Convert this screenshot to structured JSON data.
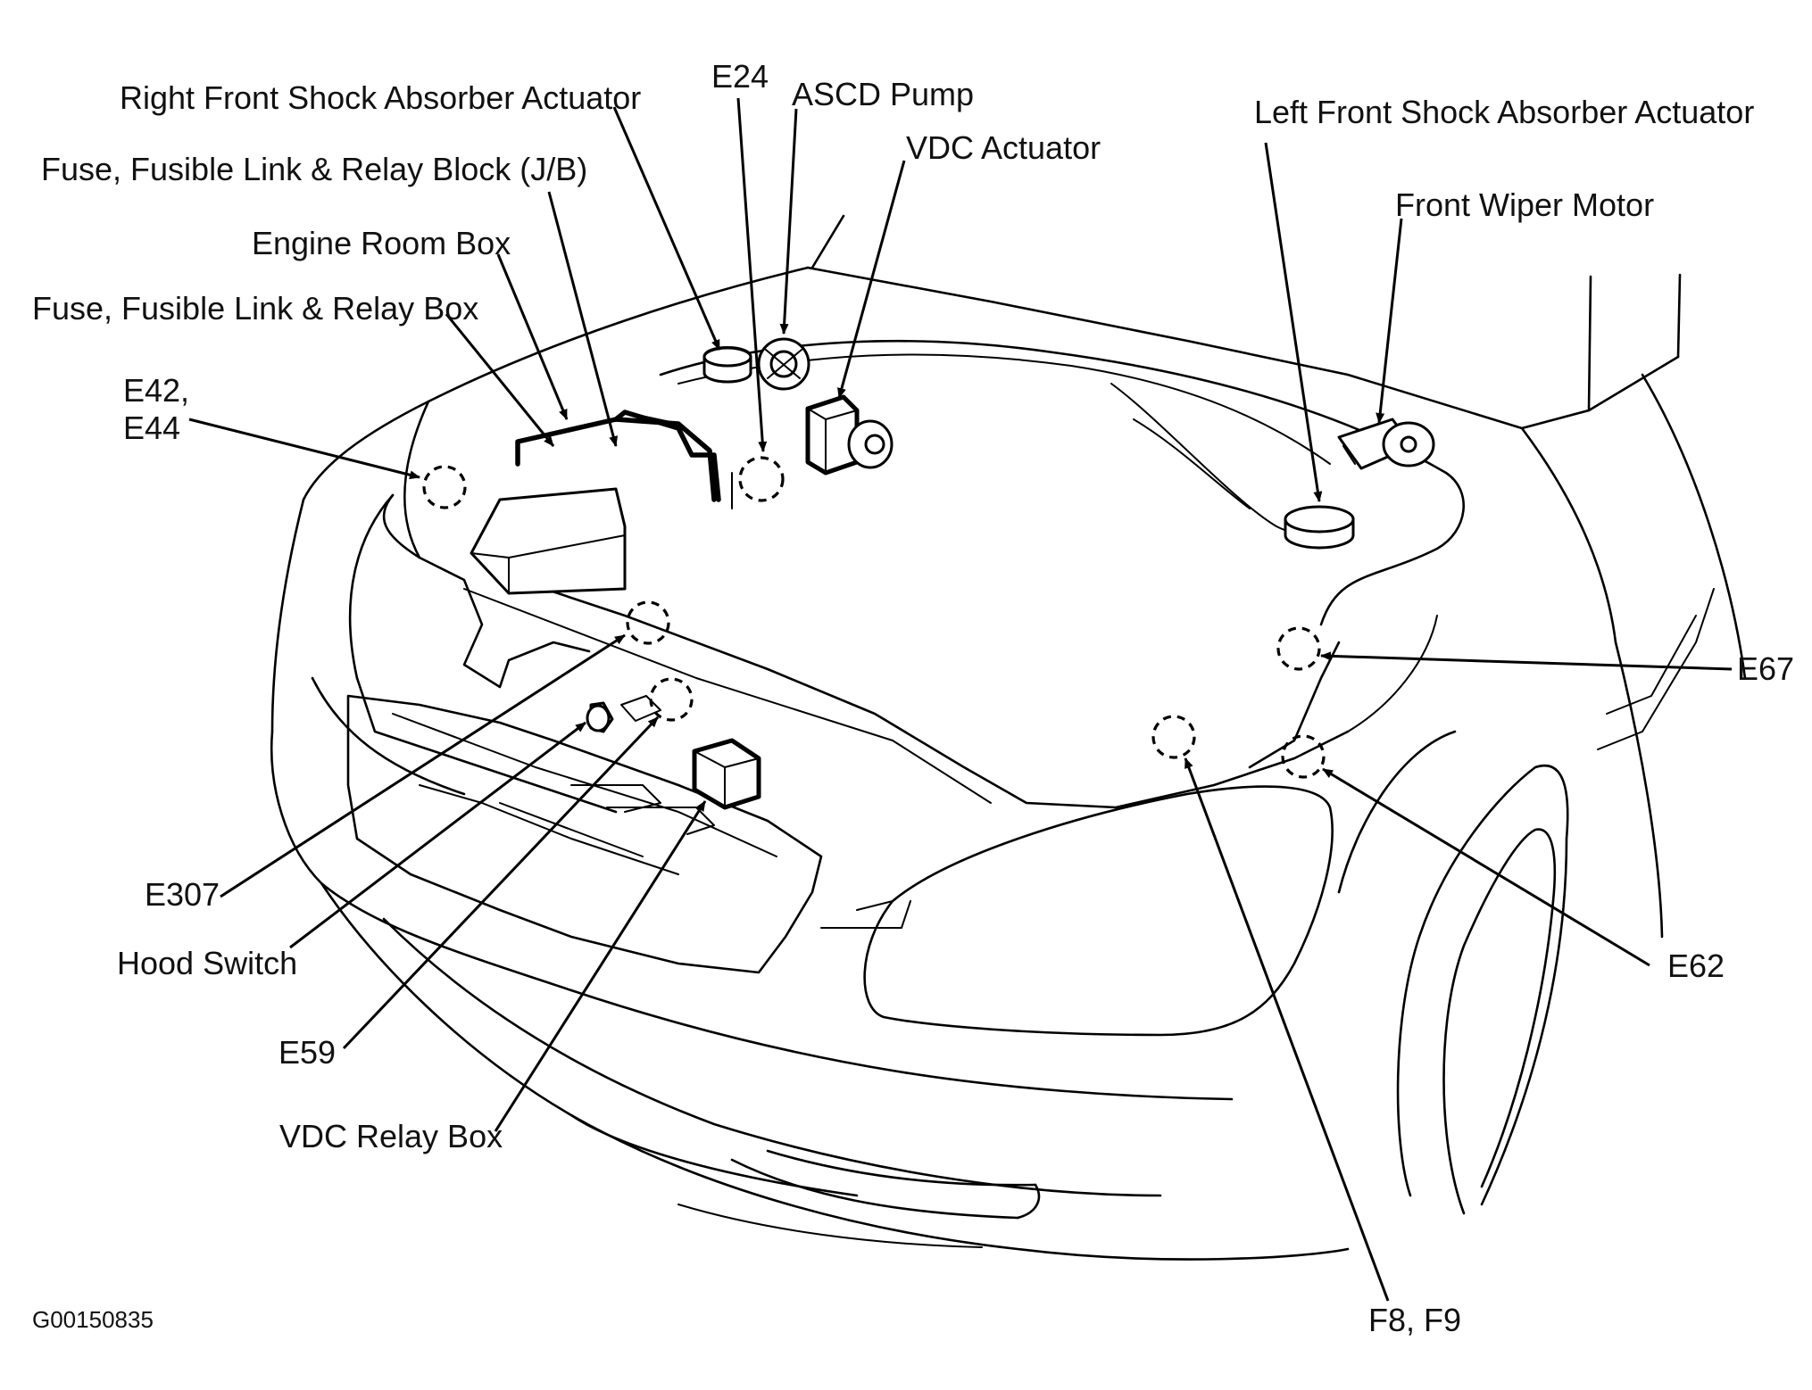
{
  "labels": {
    "right_front_shock": "Right Front Shock Absorber Actuator",
    "e24": "E24",
    "ascd_pump": "ASCD Pump",
    "vdc_actuator": "VDC Actuator",
    "left_front_shock": "Left Front Shock Absorber Actuator",
    "front_wiper_motor": "Front Wiper Motor",
    "fuse_relay_block_jb": "Fuse, Fusible Link & Relay Block (J/B)",
    "engine_room_box": "Engine Room Box",
    "fuse_relay_box": "Fuse, Fusible Link & Relay Box",
    "e42_line1": "E42,",
    "e42_line2": "E44",
    "e67": "E67",
    "e307": "E307",
    "hood_switch": "Hood Switch",
    "e62": "E62",
    "e59": "E59",
    "vdc_relay_box": "VDC Relay Box",
    "f8_f9": "F8, F9"
  },
  "figure_code": "G00150835"
}
